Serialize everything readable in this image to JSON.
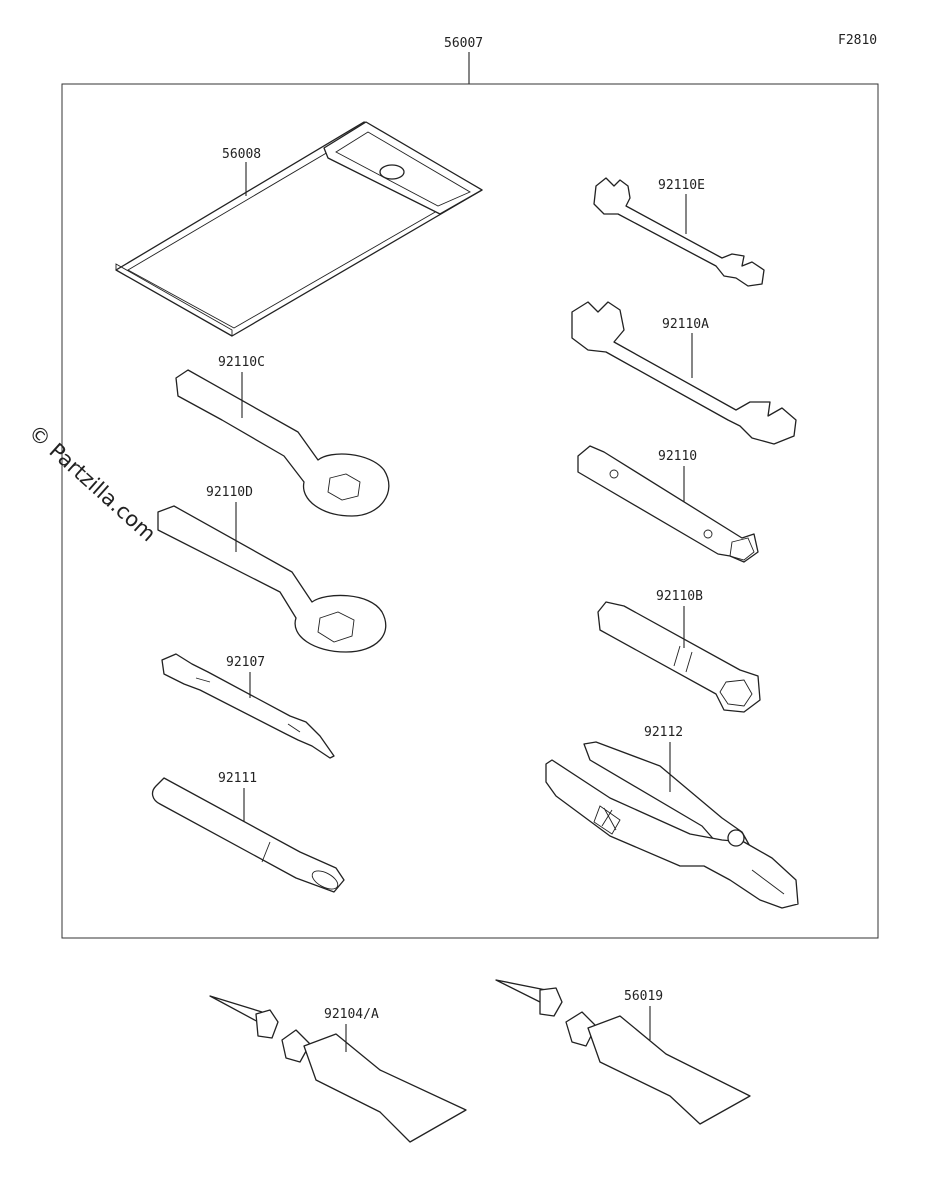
{
  "figure_code": "F2810",
  "watermark": "© Partzilla.com",
  "kit_label": "56007",
  "parts": {
    "pouch": "56008",
    "spanner_e": "92110E",
    "spanner_a": "92110A",
    "ring_c": "92110C",
    "ring_d": "92110D",
    "box_wrench": "92110",
    "plug_wrench": "92110B",
    "screwdriver": "92107",
    "handle": "92111",
    "pliers": "92112",
    "grease_a": "92104/A",
    "grease_b": "56019"
  }
}
